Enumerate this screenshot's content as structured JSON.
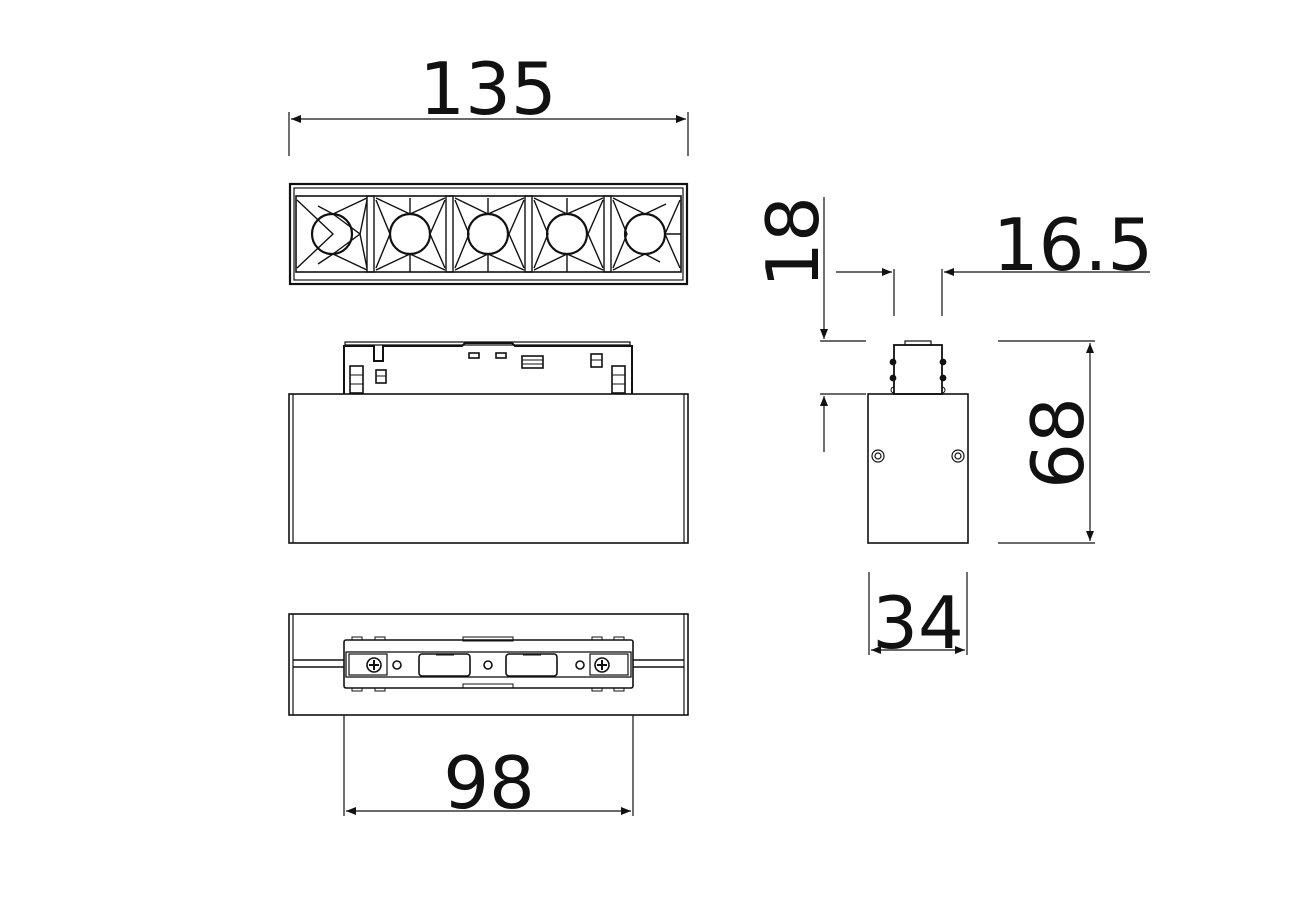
{
  "drawing": {
    "type": "technical-dimension-drawing",
    "subject": "track-mounted LED linear spotlight (5 lenses)",
    "units": "mm",
    "line_color": "#111111",
    "background": "#ffffff"
  },
  "views": {
    "top": {
      "label": "lens-view",
      "lens_count": 5
    },
    "front": {
      "label": "front-elevation-with-track-adapter"
    },
    "bottom": {
      "label": "bottom-view-with-connector"
    },
    "side": {
      "label": "side-elevation"
    }
  },
  "dimensions": {
    "overall_length": "135",
    "adapter_length": "98",
    "adapter_height": "18",
    "adapter_width": "16.5",
    "body_height": "68",
    "body_width": "34"
  }
}
